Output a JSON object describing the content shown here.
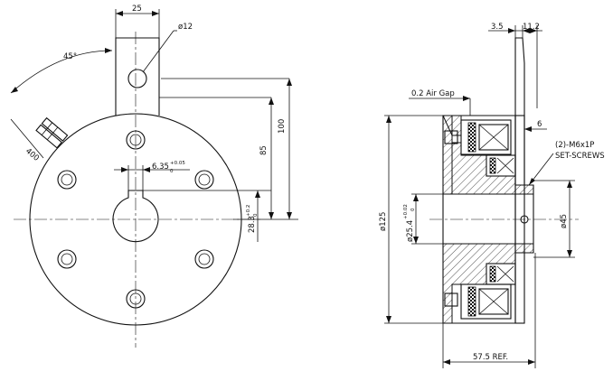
{
  "diagram": {
    "front_view": {
      "dim_top_width": "25",
      "dim_hole": "ø12",
      "dim_angle": "45°",
      "dim_lead": "400",
      "dim_keyway": "6.35",
      "dim_keyway_tol_upper": "+0.05",
      "dim_keyway_tol_lower": "0",
      "dim_keyheight": "28.3",
      "dim_keyheight_tol_upper": "+0.2",
      "dim_keyheight_tol_lower": "0",
      "dim_85": "85",
      "dim_100": "100"
    },
    "side_view": {
      "dim_35": "3.5",
      "dim_112": "11.2",
      "dim_airgap": "0.2 Air Gap",
      "dim_6": "6",
      "note_screws_line1": "(2)-M6x1P",
      "note_screws_line2": "SET-SCREWS",
      "dim_125": "ø125",
      "dim_bore": "ø25.4",
      "dim_bore_tol_upper": "+0.02",
      "dim_bore_tol_lower": "0",
      "dim_45": "ø45",
      "dim_575": "57.5 REF."
    }
  }
}
